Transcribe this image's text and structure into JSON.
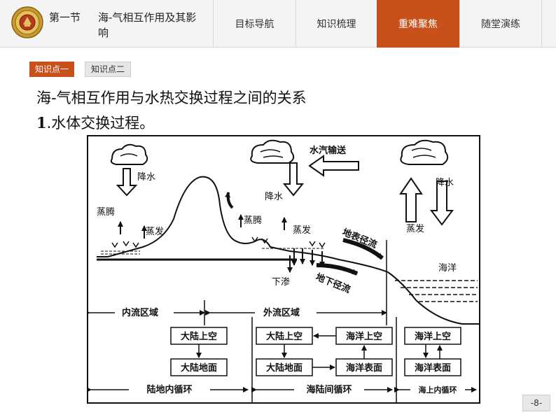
{
  "header": {
    "section_number": "第一节",
    "section_title": "海-气相互作用及其影响",
    "tabs": [
      {
        "label": "目标导航"
      },
      {
        "label": "知识梳理"
      },
      {
        "label": "重难聚焦"
      },
      {
        "label": "随堂演练"
      }
    ],
    "active_tab": "重难聚焦"
  },
  "subtabs": [
    {
      "label": "知识点一"
    },
    {
      "label": "知识点二"
    }
  ],
  "active_subtab": "知识点一",
  "content": {
    "heading": "海-气相互作用与水热交换过程之间的关系",
    "sub_number": "1",
    "sub_text": ".水体交换过程。"
  },
  "diagram": {
    "labels": {
      "precip_left": "降水",
      "transpiration": "蒸腾",
      "evaporation_left": "蒸发",
      "vapor_transport": "水汽输送",
      "precip_mid": "降水",
      "transpiration_mid": "蒸腾",
      "evaporation_mid": "蒸发",
      "surface_runoff": "地表径流",
      "precip_right": "降水",
      "evaporation_right": "蒸发",
      "ocean": "海洋",
      "infiltration": "下渗",
      "underground_runoff": "地下径流",
      "inland_region": "内流区域",
      "outflow_region": "外流区域",
      "land_air_1": "大陆上空",
      "land_surface_1": "大陆地面",
      "land_air_2": "大陆上空",
      "land_surface_2": "大陆地面",
      "ocean_air_2": "海洋上空",
      "ocean_surface_2": "海洋表面",
      "ocean_air_3": "海洋上空",
      "ocean_surface_3": "海洋表面",
      "cycle_land": "陆地内循环",
      "cycle_sea_land": "海陆间循环",
      "cycle_sea": "海上内循环"
    }
  },
  "page_number": "-8-",
  "colors": {
    "accent": "#c8511b",
    "topbar_bg": "#f4f4f4"
  },
  "icons": {
    "logo": "school-emblem-icon"
  }
}
